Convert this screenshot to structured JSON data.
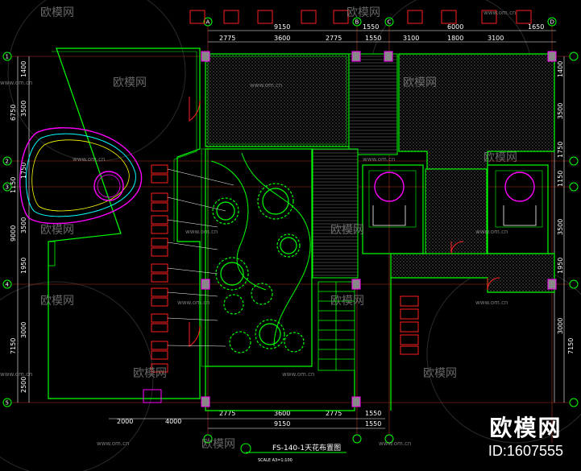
{
  "drawing": {
    "title": "FS-140-1天花布置图",
    "scale_note": "SCALE  A3=1:100",
    "colors": {
      "background": "#000000",
      "wall": "#00ff00",
      "column": "#ff00ff",
      "dimension": "#ffffff",
      "axis": "#00ff00",
      "tag": "#ff0000",
      "pool": "#ff00ff"
    },
    "top_dims_upper": [
      "9150",
      "1550",
      "6000",
      "1650"
    ],
    "top_dims_lower": [
      "2775",
      "3600",
      "2775",
      "1550",
      "3100",
      "1800",
      "3100"
    ],
    "bottom_dims_upper": [
      "2000",
      "4000",
      "2775",
      "3600",
      "2775",
      "1550"
    ],
    "bottom_dims_lower": [
      "9150",
      "1550"
    ],
    "left_dims": [
      "1400",
      "3500",
      "6750",
      "1750",
      "1150",
      "9000",
      "3500",
      "1950",
      "7150",
      "3000",
      "2500"
    ],
    "right_dims": [
      "1400",
      "3500",
      "1750",
      "1150",
      "3500",
      "1950",
      "3000",
      "7150"
    ],
    "row_axes": [
      "1",
      "2",
      "3",
      "4",
      "5"
    ],
    "col_axes": [
      "A",
      "B",
      "C",
      "D"
    ]
  },
  "watermark": {
    "brand": "欧模网",
    "url": "www.om.cn",
    "id": "ID:1607555"
  }
}
